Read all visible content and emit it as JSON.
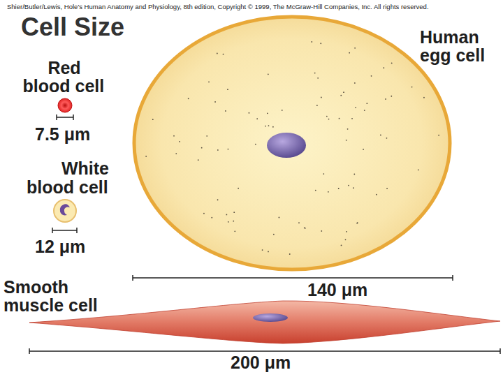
{
  "diagram": {
    "title": "Cell Size",
    "labels": [
      "Shier/Butler/Lewis, Hole's Human Anatomy and Physiology, 8th edition, Copyright © 1999, The McGraw-Hill Companies, Inc. All rights reserved.",
      "Red blood cell",
      "7.5 μm",
      "White blood cell",
      "12 μm",
      "Human egg cell",
      "140 μm",
      "Smooth muscle cell",
      "200 μm"
    ]
  }
}
